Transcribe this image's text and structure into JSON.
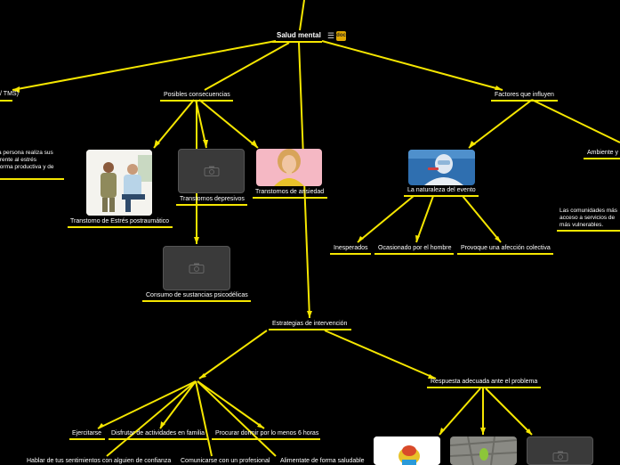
{
  "root": {
    "title": "Salud mental",
    "note_badge": "doc"
  },
  "left_partial": {
    "label": "(TEPT / TMS)",
    "text_lines": [
      "a persona realiza sus",
      "frente al estrés",
      "forma productiva y de"
    ]
  },
  "consequences": {
    "title": "Posibles consecuencias",
    "items": [
      {
        "label": "Transtorno de Estrés postraumático"
      },
      {
        "label": "Transtornos depresivos"
      },
      {
        "label": "Transtornos de ansiedad"
      },
      {
        "label": "Consumo de sustancias psicodélicas"
      }
    ]
  },
  "factors": {
    "title": "Factores que influyen",
    "event": {
      "title": "La naturaleza del evento",
      "items": [
        {
          "label": "Inesperados"
        },
        {
          "label": "Ocasionado por el hombre"
        },
        {
          "label": "Provoque una afección colectiva"
        }
      ]
    },
    "environment": {
      "label": "Ambiente y",
      "text_lines": [
        "Las comunidades más",
        "acceso a servicios de",
        "más vulnerables."
      ]
    }
  },
  "strategies": {
    "title": "Estrategias de intervención",
    "items": [
      {
        "label": "Ejercitarse"
      },
      {
        "label": "Disfrutar de actividades en familia"
      },
      {
        "label": "Procurar dormir por lo menos 6 horas"
      },
      {
        "label": "Hablar de tus sentimientos con alguien de confianza"
      },
      {
        "label": "Comunicarse con un profesional"
      },
      {
        "label": "Alimentate de forma saludable"
      }
    ],
    "response": {
      "title": "Respuesta adecuada ante el problema"
    }
  },
  "colors": {
    "background": "#000000",
    "connector": "#f5e600",
    "placeholder": "#3a3a3a"
  }
}
